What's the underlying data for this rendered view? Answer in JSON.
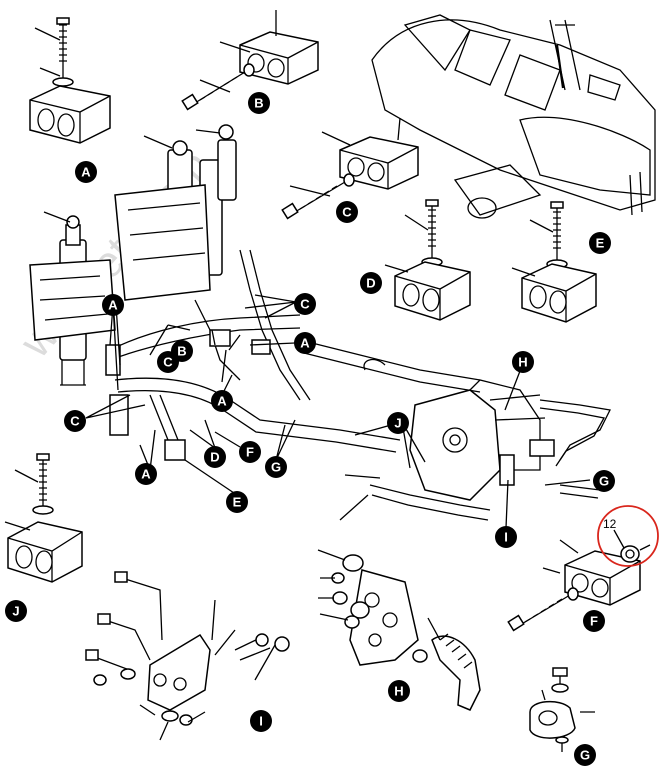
{
  "watermark": "www.etc.com",
  "callout_number": "12",
  "badge_letters": {
    "A": "A",
    "B": "B",
    "C": "C",
    "D": "D",
    "E": "E",
    "F": "F",
    "G": "G",
    "H": "H",
    "I": "I",
    "J": "J"
  },
  "colors": {
    "ink": "#000000",
    "highlight_circle": "#d9261c",
    "watermark": "#dcdcdc"
  }
}
